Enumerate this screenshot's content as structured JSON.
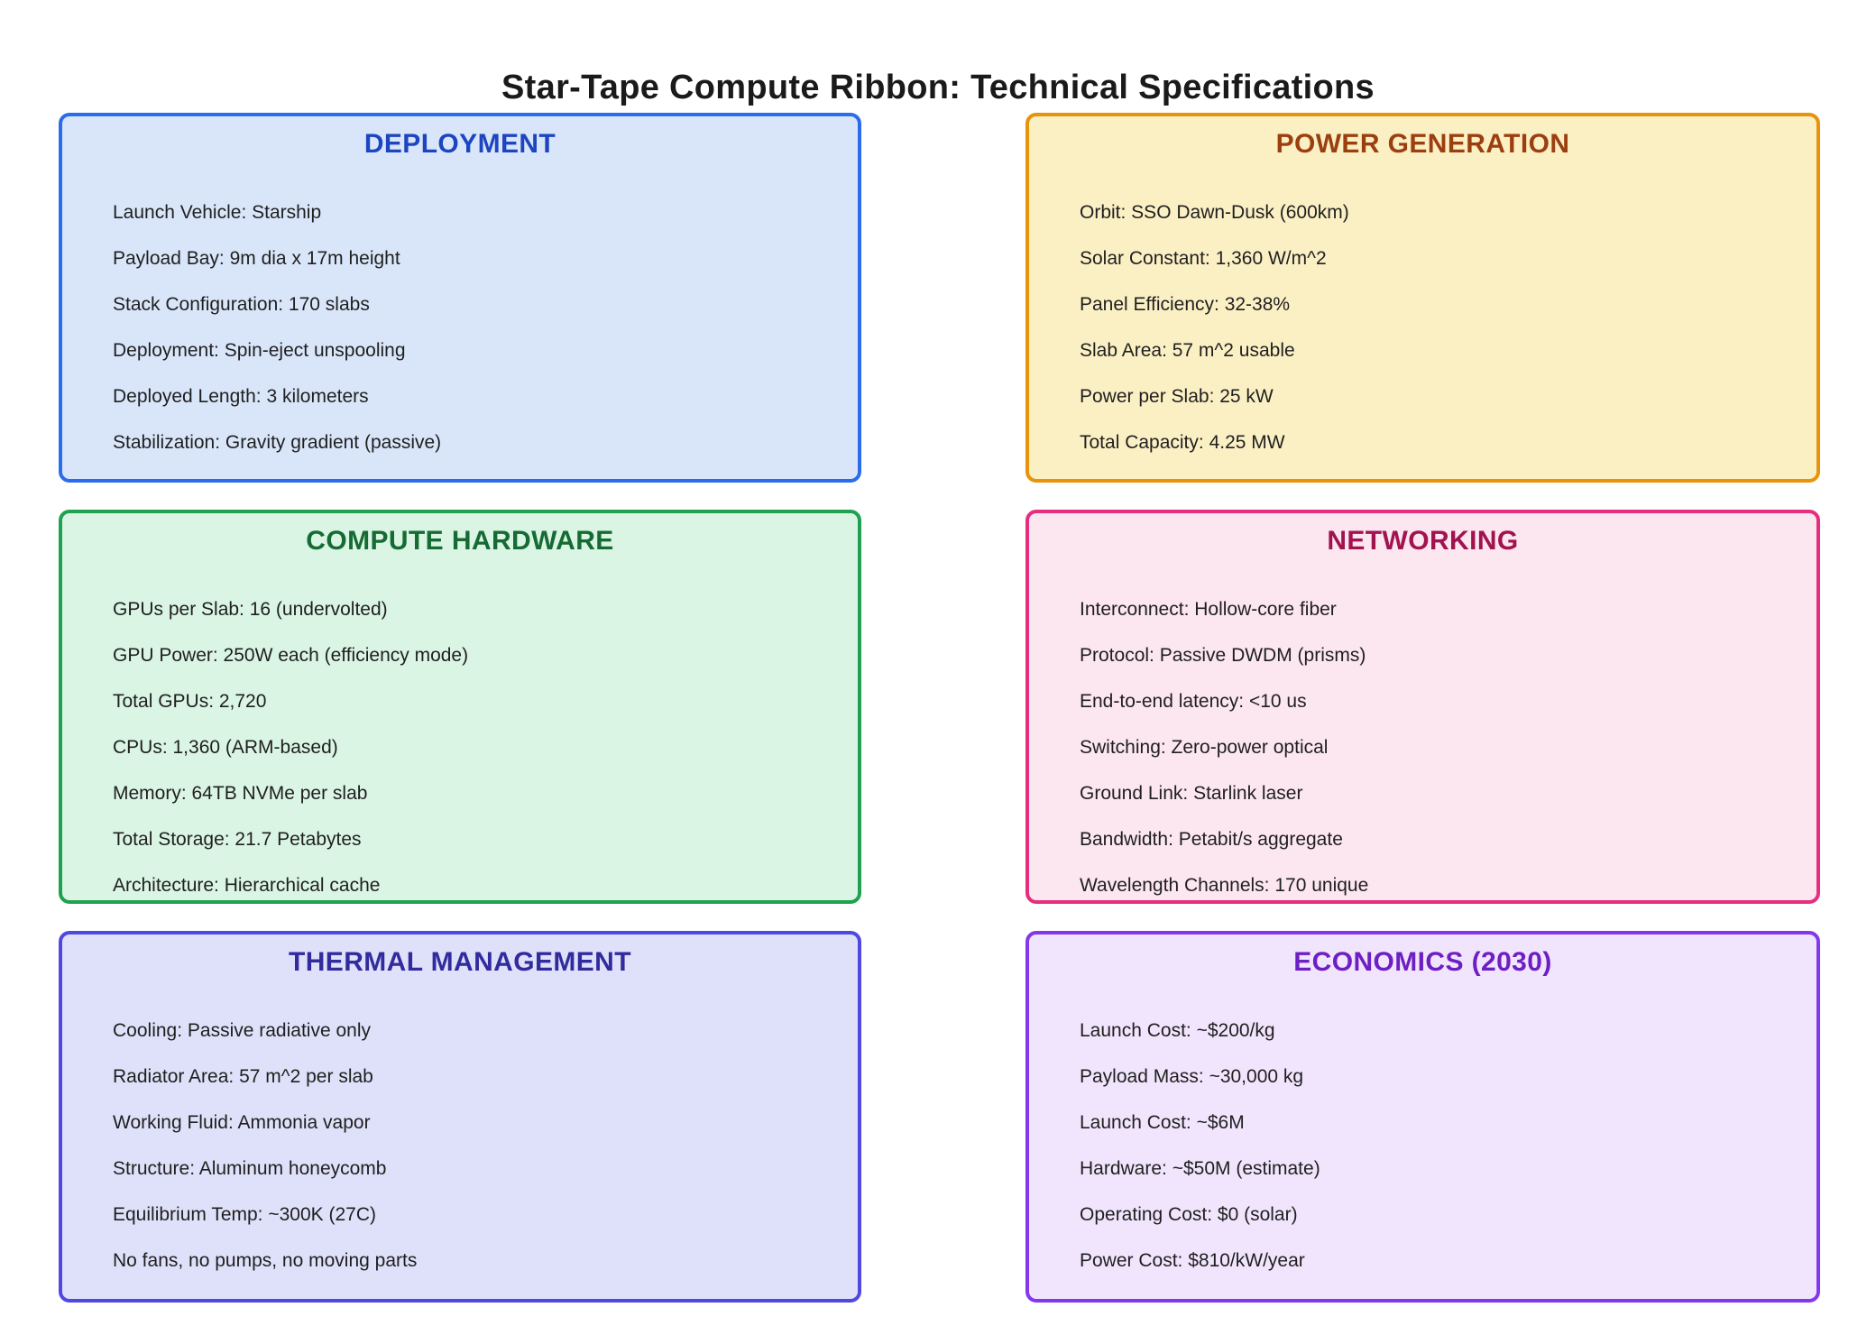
{
  "page_title": "Star-Tape Compute Ribbon: Technical Specifications",
  "title_color": "#1a1a1a",
  "body_text_color": "#1f1f1f",
  "background_color": "#ffffff",
  "cards": [
    {
      "id": "deployment",
      "title": "DEPLOYMENT",
      "colors": {
        "edge": "#2a6ceb",
        "face": "#d9e6fa",
        "title": "#1e45c0"
      },
      "items": [
        "Launch Vehicle: Starship",
        "Payload Bay: 9m dia x 17m height",
        "Stack Configuration: 170 slabs",
        "Deployment: Spin-eject unspooling",
        "Deployed Length: 3 kilometers",
        "Stabilization: Gravity gradient (passive)"
      ]
    },
    {
      "id": "power-generation",
      "title": "POWER GENERATION",
      "colors": {
        "edge": "#e8930c",
        "face": "#fbf0c4",
        "title": "#9c3f10"
      },
      "items": [
        "Orbit: SSO Dawn-Dusk (600km)",
        "Solar Constant: 1,360 W/m^2",
        "Panel Efficiency: 32-38%",
        "Slab Area: 57 m^2 usable",
        "Power per Slab: 25 kW",
        "Total Capacity: 4.25 MW"
      ]
    },
    {
      "id": "compute-hardware",
      "title": "COMPUTE HARDWARE",
      "colors": {
        "edge": "#1fa24f",
        "face": "#daf5e4",
        "title": "#156b33"
      },
      "items": [
        "GPUs per Slab: 16 (undervolted)",
        "GPU Power: 250W each (efficiency mode)",
        "Total GPUs: 2,720",
        "CPUs: 1,360 (ARM-based)",
        "Memory: 64TB NVMe per slab",
        "Total Storage: 21.7 Petabytes",
        "Architecture: Hierarchical cache"
      ]
    },
    {
      "id": "networking",
      "title": "NETWORKING",
      "colors": {
        "edge": "#e62e7e",
        "face": "#fce6f0",
        "title": "#a1134f"
      },
      "items": [
        "Interconnect: Hollow-core fiber",
        "Protocol: Passive DWDM (prisms)",
        "End-to-end latency: <10 us",
        "Switching: Zero-power optical",
        "Ground Link: Starlink laser",
        "Bandwidth: Petabit/s aggregate",
        "Wavelength Channels: 170 unique"
      ]
    },
    {
      "id": "thermal-management",
      "title": "THERMAL MANAGEMENT",
      "colors": {
        "edge": "#5148e0",
        "face": "#dfe1fa",
        "title": "#322b9e"
      },
      "items": [
        "Cooling: Passive radiative only",
        "Radiator Area: 57 m^2 per slab",
        "Working Fluid: Ammonia vapor",
        "Structure: Aluminum honeycomb",
        "Equilibrium Temp: ~300K (27C)",
        "No fans, no pumps, no moving parts"
      ]
    },
    {
      "id": "economics-2030",
      "title": "ECONOMICS (2030)",
      "colors": {
        "edge": "#8338ec",
        "face": "#f1e5fd",
        "title": "#6d1fc4"
      },
      "items": [
        "Launch Cost: ~$200/kg",
        "Payload Mass: ~30,000 kg",
        "Launch Cost: ~$6M",
        "Hardware: ~$50M (estimate)",
        "Operating Cost: $0 (solar)",
        "Power Cost: $810/kW/year"
      ]
    }
  ]
}
